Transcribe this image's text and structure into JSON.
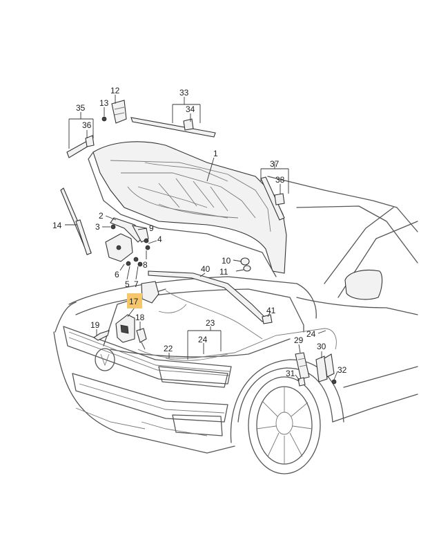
{
  "diagram": {
    "title": "",
    "highlight_color": "#f6c76a",
    "callouts": [
      {
        "id": "c1",
        "label": "1"
      },
      {
        "id": "c2",
        "label": "2"
      },
      {
        "id": "c3",
        "label": "3"
      },
      {
        "id": "c4",
        "label": "4"
      },
      {
        "id": "c5",
        "label": "5"
      },
      {
        "id": "c6",
        "label": "6"
      },
      {
        "id": "c7",
        "label": "7"
      },
      {
        "id": "c8",
        "label": "8"
      },
      {
        "id": "c9",
        "label": "9"
      },
      {
        "id": "c10",
        "label": "10"
      },
      {
        "id": "c11",
        "label": "11"
      },
      {
        "id": "c12",
        "label": "12"
      },
      {
        "id": "c13",
        "label": "13"
      },
      {
        "id": "c14",
        "label": "14"
      },
      {
        "id": "c17",
        "label": "17"
      },
      {
        "id": "c18",
        "label": "18"
      },
      {
        "id": "c19",
        "label": "19"
      },
      {
        "id": "c22",
        "label": "22"
      },
      {
        "id": "c23",
        "label": "23"
      },
      {
        "id": "c24a",
        "label": "24"
      },
      {
        "id": "c24b",
        "label": "24"
      },
      {
        "id": "c29",
        "label": "29"
      },
      {
        "id": "c30",
        "label": "30"
      },
      {
        "id": "c31",
        "label": "31"
      },
      {
        "id": "c32",
        "label": "32"
      },
      {
        "id": "c33",
        "label": "33"
      },
      {
        "id": "c34",
        "label": "34"
      },
      {
        "id": "c35",
        "label": "35"
      },
      {
        "id": "c36",
        "label": "36"
      },
      {
        "id": "c37",
        "label": "37"
      },
      {
        "id": "c38",
        "label": "38"
      },
      {
        "id": "c40",
        "label": "40"
      },
      {
        "id": "c41",
        "label": "41"
      }
    ]
  }
}
